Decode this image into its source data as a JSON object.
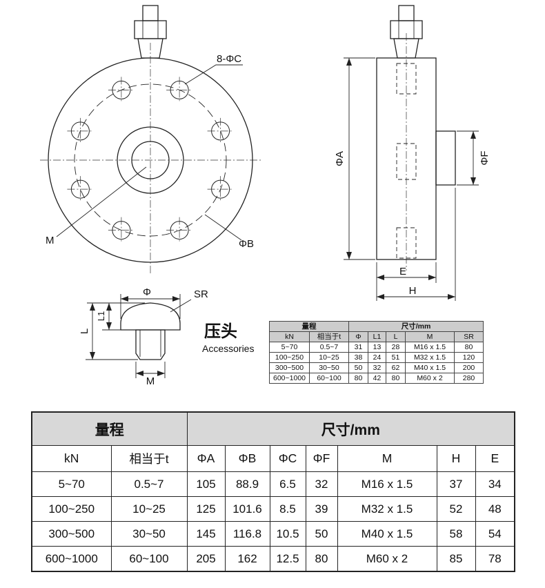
{
  "diagram": {
    "front_view": {
      "bolt_label": "8-ΦC",
      "thread_label": "M",
      "bolt_circle_label": "ΦB"
    },
    "side_view": {
      "dia_a": "ΦA",
      "dia_f": "ΦF",
      "dim_e": "E",
      "dim_h": "H"
    },
    "accessory": {
      "dia": "Φ",
      "sr": "SR",
      "l1": "L1",
      "l": "L",
      "m": "M",
      "title_cn": "压头",
      "title_en": "Accessories"
    }
  },
  "accessory_table": {
    "range_header": "量程",
    "dim_header": "尺寸/mm",
    "columns": [
      "kN",
      "相当于t",
      "Φ",
      "L1",
      "L",
      "M",
      "SR"
    ],
    "rows": [
      [
        "5~70",
        "0.5~7",
        "31",
        "13",
        "28",
        "M16 x 1.5",
        "80"
      ],
      [
        "100~250",
        "10~25",
        "38",
        "24",
        "51",
        "M32 x 1.5",
        "120"
      ],
      [
        "300~500",
        "30~50",
        "50",
        "32",
        "62",
        "M40 x 1.5",
        "200"
      ],
      [
        "600~1000",
        "60~100",
        "80",
        "42",
        "80",
        "M60 x 2",
        "280"
      ]
    ]
  },
  "main_table": {
    "range_header": "量程",
    "dim_header": "尺寸/mm",
    "columns": [
      "kN",
      "相当于t",
      "ΦA",
      "ΦB",
      "ΦC",
      "ΦF",
      "M",
      "H",
      "E"
    ],
    "rows": [
      [
        "5~70",
        "0.5~7",
        "105",
        "88.9",
        "6.5",
        "32",
        "M16 x 1.5",
        "37",
        "34"
      ],
      [
        "100~250",
        "10~25",
        "125",
        "101.6",
        "8.5",
        "39",
        "M32 x 1.5",
        "52",
        "48"
      ],
      [
        "300~500",
        "30~50",
        "145",
        "116.8",
        "10.5",
        "50",
        "M40 x 1.5",
        "58",
        "54"
      ],
      [
        "600~1000",
        "60~100",
        "205",
        "162",
        "12.5",
        "80",
        "M60 x 2",
        "85",
        "78"
      ]
    ]
  }
}
